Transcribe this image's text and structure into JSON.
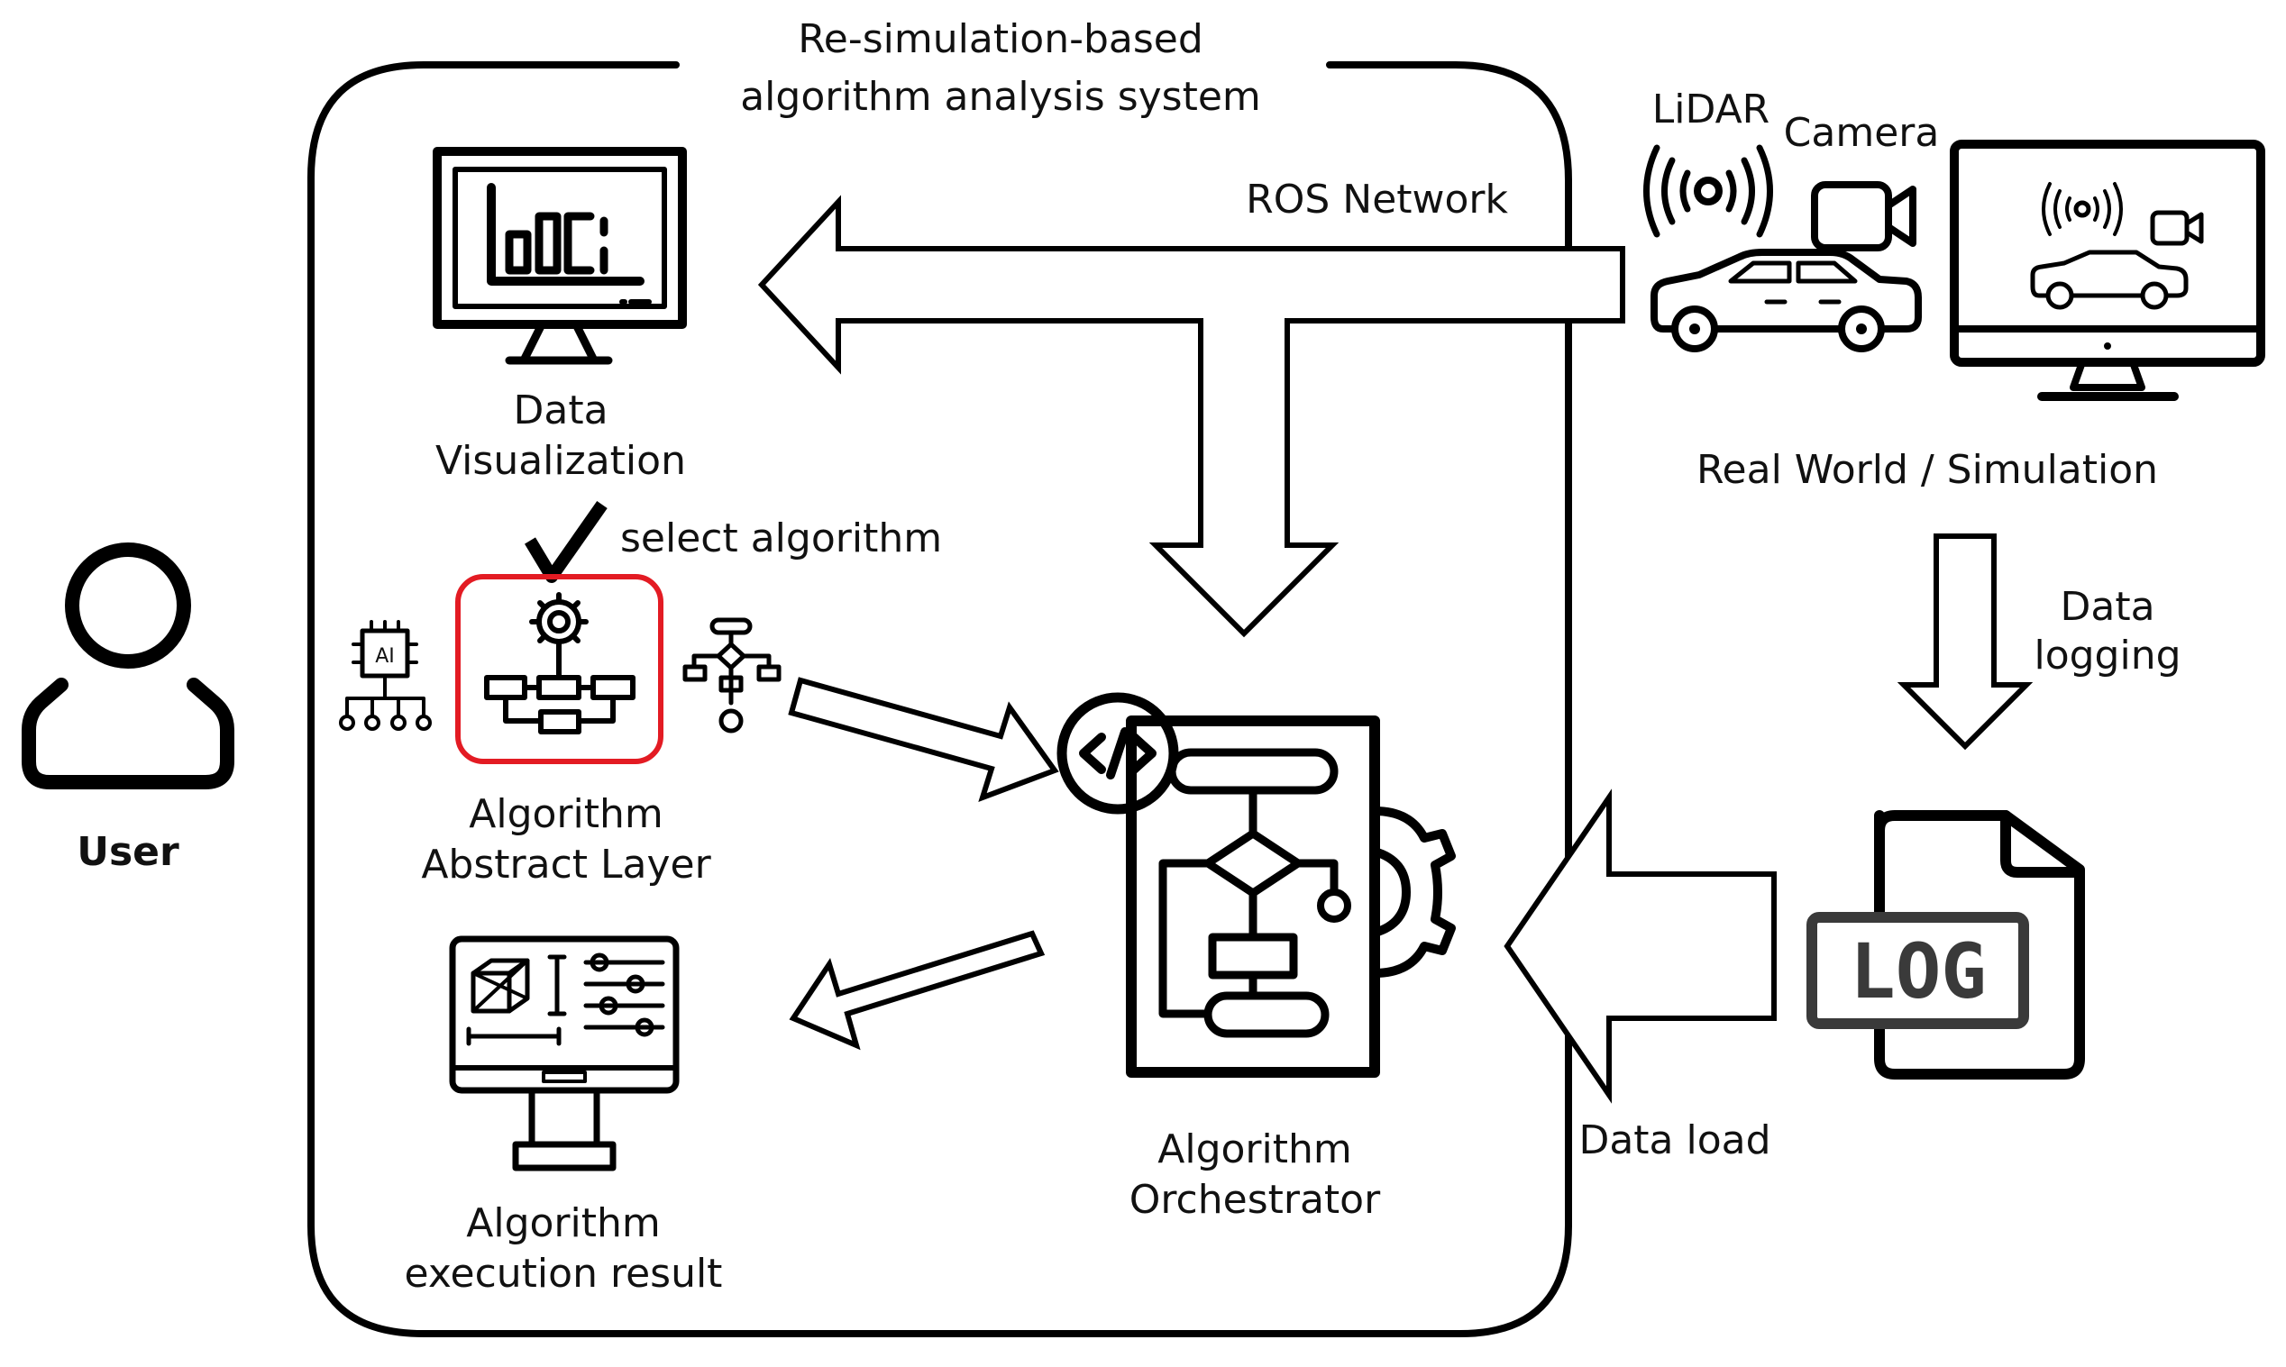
{
  "title_lines": [
    "Re-simulation-based",
    "algorithm analysis system"
  ],
  "labels": {
    "user": "User",
    "ros_network": "ROS Network",
    "lidar": "LiDAR",
    "camera": "Camera",
    "real_world": "Real World / Simulation",
    "data_logging": [
      "Data",
      "logging"
    ],
    "data_load": "Data load",
    "log": "LOG",
    "data_visualization": [
      "Data",
      "Visualization"
    ],
    "select_algorithm": "select algorithm",
    "algorithm_abstract_layer": [
      "Algorithm",
      "Abstract Layer"
    ],
    "algorithm_orchestrator": [
      "Algorithm",
      "Orchestrator"
    ],
    "algorithm_execution_result": [
      "Algorithm",
      "execution result"
    ],
    "ai_chip": "AI"
  },
  "colors": {
    "stroke": "#000000",
    "highlight": "#e31b23",
    "log_badge": "#3a3a3a"
  },
  "icons": [
    "user-icon",
    "monitor-chart-icon",
    "gear-flowchart-icon",
    "ai-chip-icon",
    "flowchart-icon",
    "orchestrator-icon",
    "cad-monitor-icon",
    "lidar-icon",
    "camera-icon",
    "car-icon",
    "simulation-monitor-icon",
    "log-file-icon",
    "checkmark-icon"
  ]
}
